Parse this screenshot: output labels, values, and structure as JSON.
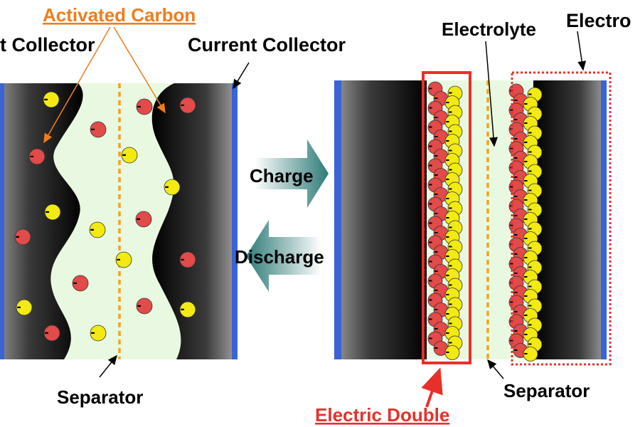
{
  "labels": {
    "activated_carbon": "Activated Carbon",
    "left_collector": "t Collector",
    "right_collector": "Current Collector",
    "separator_left": "Separator",
    "charge": "Charge",
    "discharge": "Discharge",
    "electrolyte": "Electrolyte",
    "electrode_partial": "Electro",
    "separator_right": "Separator",
    "electric_double": "Electric Double"
  },
  "ion_sign": "-",
  "colors": {
    "ion_negative": "#e34a4a",
    "ion_positive": "#f2ea10",
    "electrolyte": "#e9f9e1",
    "collector": "#3a63d6",
    "separator": "#f2a41c",
    "callout_orange": "#ef7d1e",
    "highlight_red": "#e8302a",
    "arrow_teal": "#2e7b78"
  }
}
